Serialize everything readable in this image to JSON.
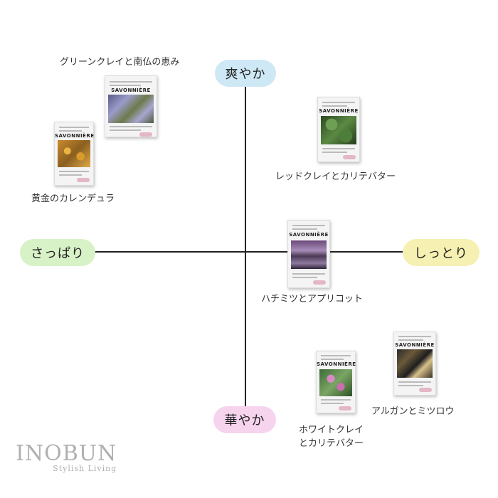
{
  "axes": {
    "top": {
      "label": "爽やか",
      "color": "#cfe8f5"
    },
    "bottom": {
      "label": "華やか",
      "color": "#f6d4ee"
    },
    "left": {
      "label": "さっぱり",
      "color": "#d8f2c7"
    },
    "right": {
      "label": "しっとり",
      "color": "#f6f1b3"
    }
  },
  "products": [
    {
      "name": "グリーンクレイと南仏の恵み",
      "brand": "SAVONNIÈRE"
    },
    {
      "name": "黄金のカレンデュラ",
      "brand": "SAVONNIÈRE"
    },
    {
      "name": "レッドクレイとカリテバター",
      "brand": "SAVONNIÈRE"
    },
    {
      "name": "ハチミツとアプリコット",
      "brand": "SAVONNIÈRE"
    },
    {
      "name": "アルガンとミツロウ",
      "brand": "SAVONNIÈRE"
    },
    {
      "name_line1": "ホワイトクレイ",
      "name_line2": "とカリテバター",
      "brand": "SAVONNIÈRE"
    }
  ],
  "logo": {
    "name": "INOBUN",
    "tagline": "Stylish Living"
  }
}
